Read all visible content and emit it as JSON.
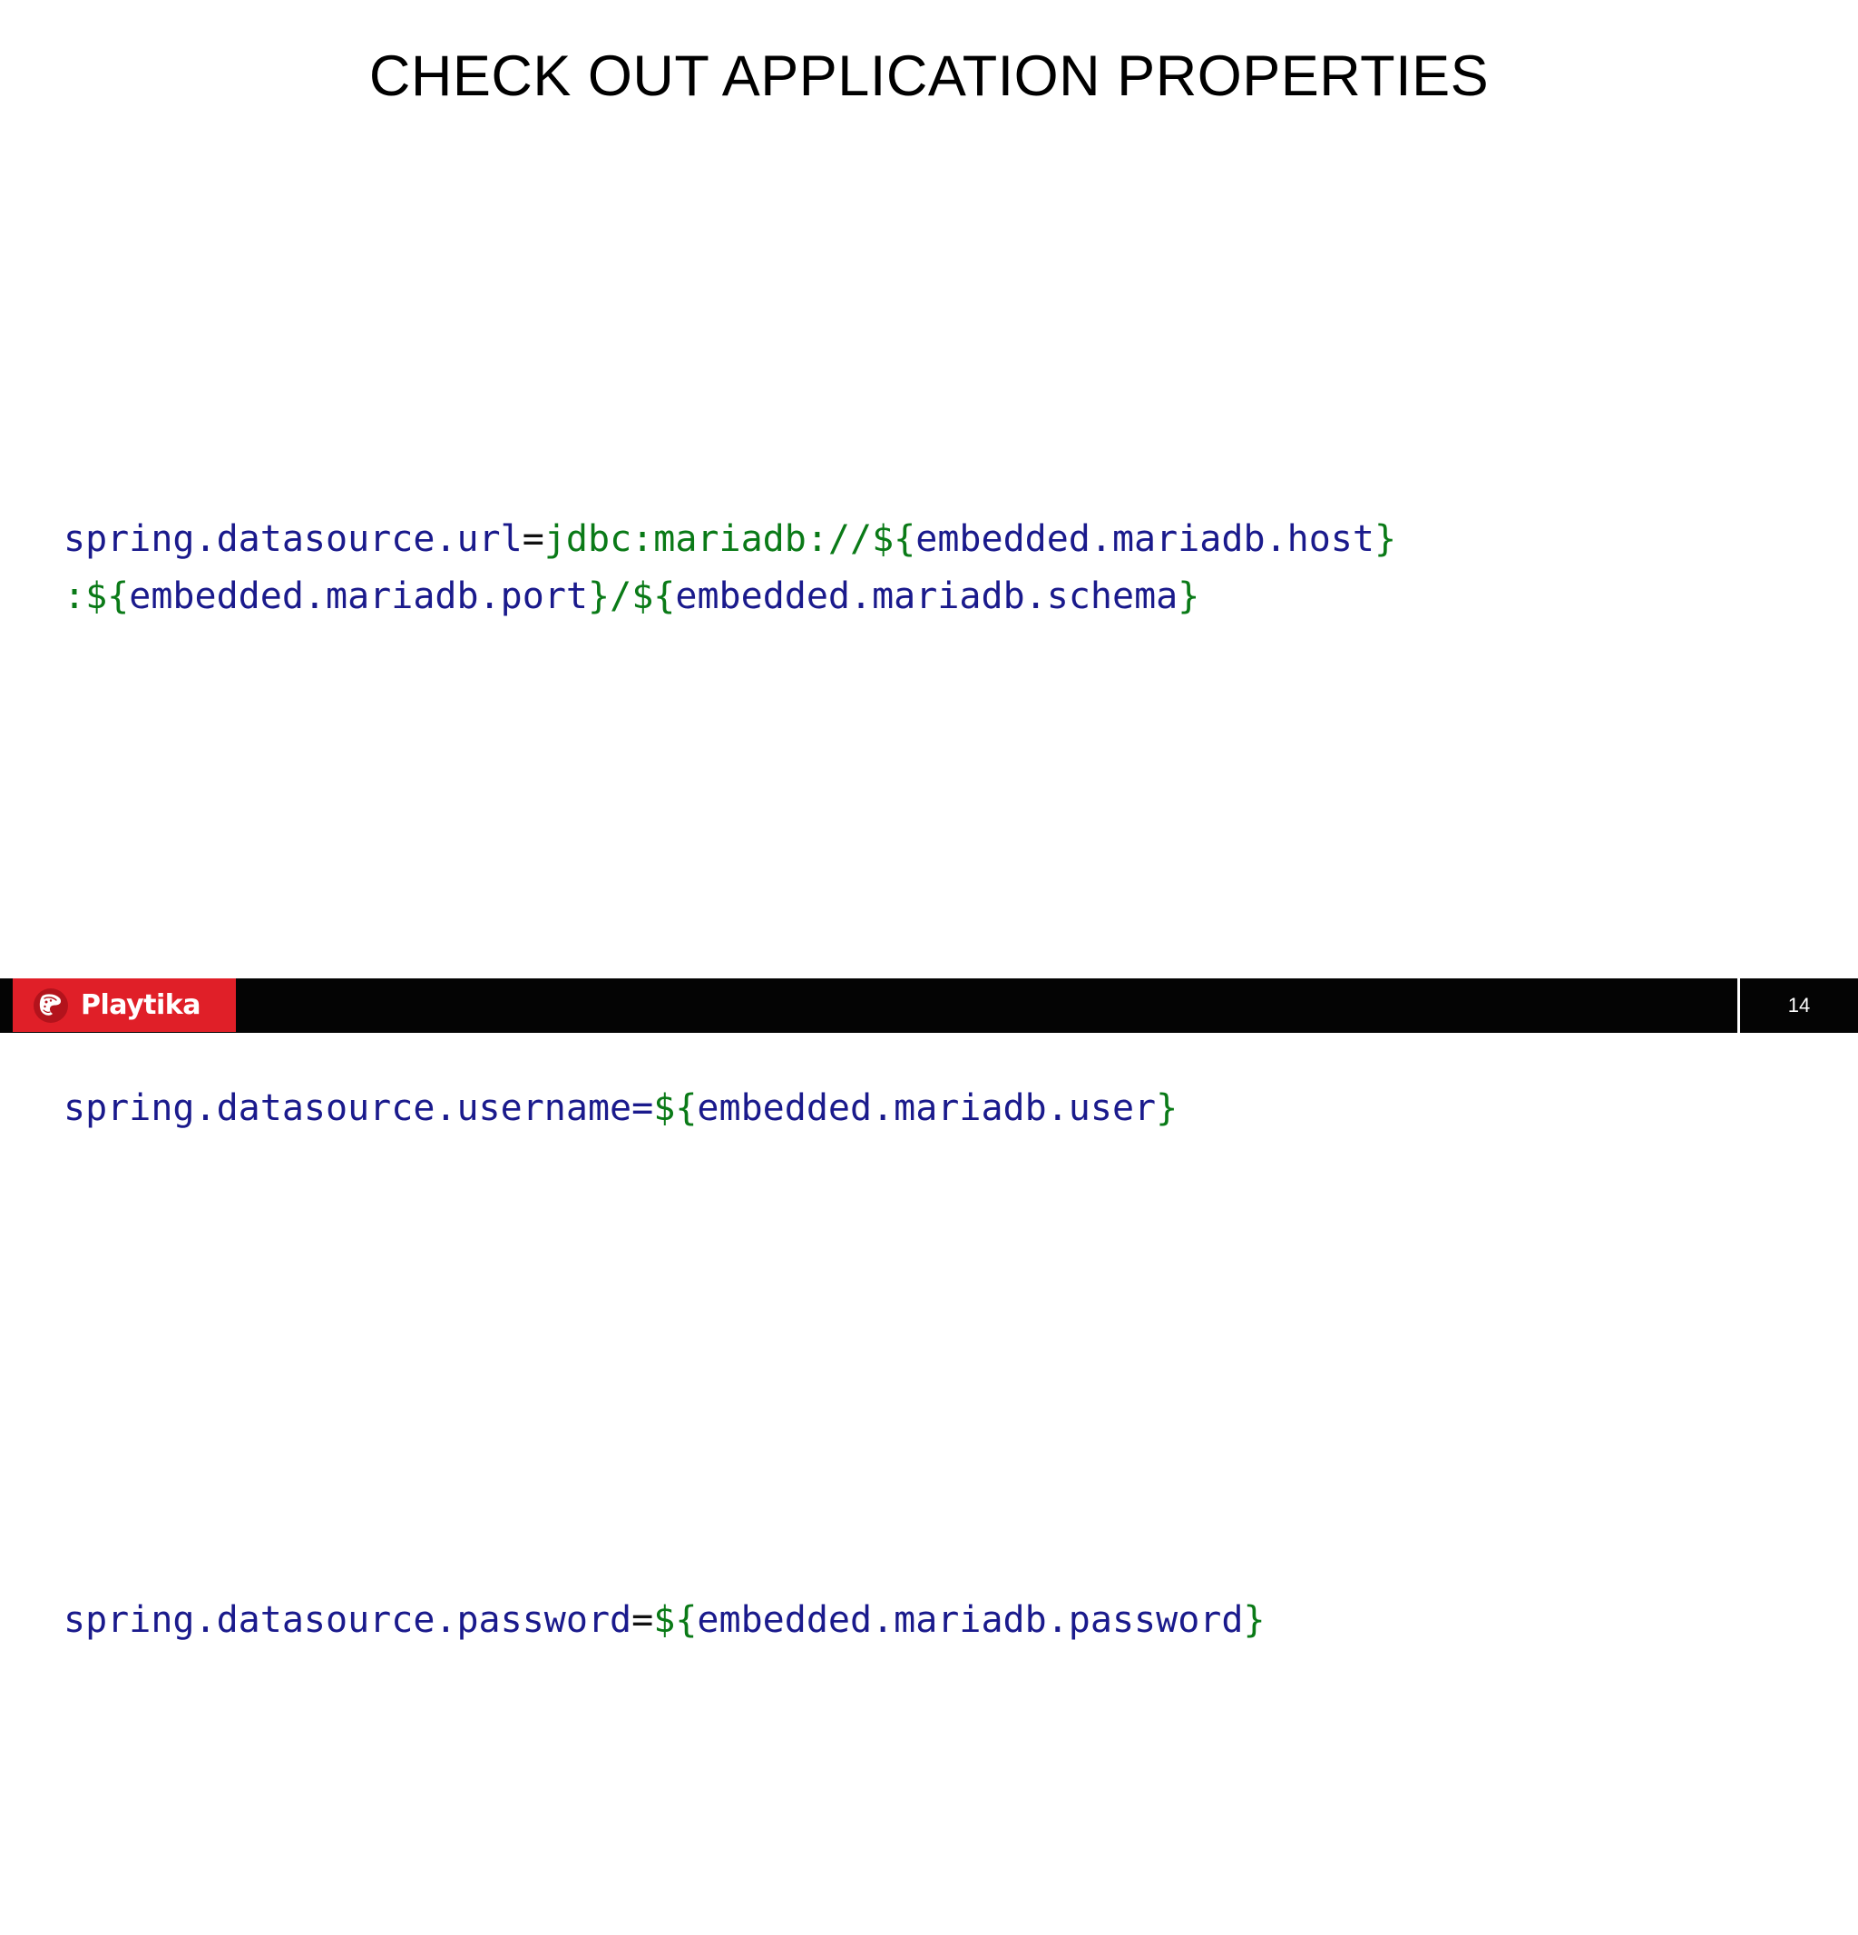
{
  "slide": {
    "title": "CHECK OUT APPLICATION PROPERTIES",
    "background_color": "#ffffff"
  },
  "code": {
    "language": "properties",
    "colors": {
      "key": "#1a1a8c",
      "value": "#0a7a17",
      "placeholder_braces": "#0a7a17",
      "placeholder_name": "#1a1a8c",
      "equals": "#111111"
    },
    "blocks": [
      {
        "name": "datasource-url",
        "full_text": "spring.datasource.url=jdbc:mariadb://${embedded.mariadb.host}:${embedded.mariadb.port}/${embedded.mariadb.schema}",
        "line1": {
          "key": "spring.datasource.url",
          "eq": "=",
          "scheme": "jdbc:mariadb://",
          "open": "${",
          "var": "embedded.mariadb.host",
          "close": "}"
        },
        "line2": {
          "colon": ":",
          "open1": "${",
          "var1": "embedded.mariadb.port",
          "close1": "}",
          "slash": "/",
          "open2": "${",
          "var2": "embedded.mariadb.schema",
          "close2": "}"
        }
      },
      {
        "name": "datasource-username",
        "full_text": "spring.datasource.username=${embedded.mariadb.user}",
        "key": "spring.datasource.username",
        "eq": "=",
        "open": "${",
        "var": "embedded.mariadb.user",
        "close": "}"
      },
      {
        "name": "datasource-password",
        "full_text": "spring.datasource.password=${embedded.mariadb.password}",
        "key": "spring.datasource.password",
        "eq": "=",
        "open": "${",
        "var": "embedded.mariadb.password",
        "close": "}"
      }
    ]
  },
  "footer": {
    "bar_color": "#040404",
    "logo": {
      "brand": "Playtika",
      "block_color": "#e01f28",
      "mark_icon": "panther-head-icon"
    },
    "page_number": "14"
  }
}
